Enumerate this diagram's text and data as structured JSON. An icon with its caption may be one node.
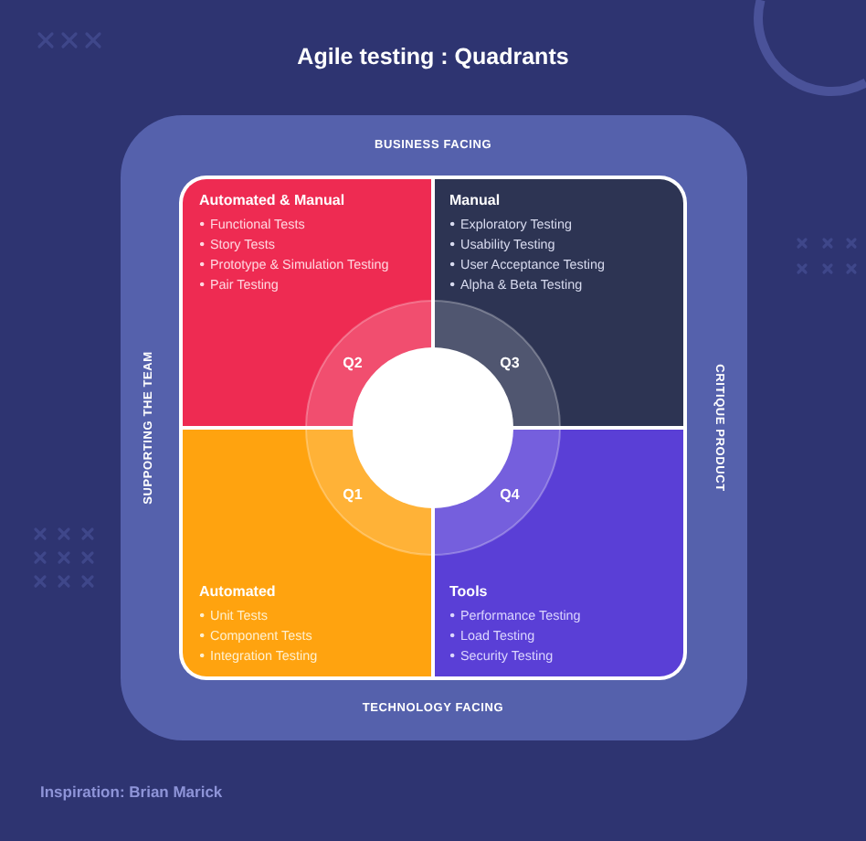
{
  "diagram": {
    "title": "Agile testing : Quadrants",
    "nodes": [
      {
        "text": [
          "BUSINESS FACING",
          "SUPPORTING THE TEAM",
          "CRITIQUE PRODUCT",
          "TECHNOLOGY FACING"
        ]
      },
      {
        "text": [
          "Automated & Manual",
          "Functional Tests",
          "Story Tests",
          "Prototype & Simulation Testing",
          "Pair Testing",
          "Q2"
        ],
        "in": 0
      },
      {
        "text": [
          "Manual",
          "Exploratory Testing",
          "Usability Testing",
          "User Acceptance Testing",
          "Alpha & Beta Testing",
          "Q3"
        ],
        "in": 0
      },
      {
        "text": [
          "Q1",
          "Automated",
          "Unit Tests",
          "Component Tests",
          "Integration Testing"
        ],
        "in": 0
      },
      {
        "text": [
          "Q4",
          "Tools",
          "Performance Testing",
          "Load Testing",
          "Security Testing"
        ],
        "in": 0
      }
    ],
    "labels": [
      "Inspiration: Brian Marick"
    ]
  }
}
